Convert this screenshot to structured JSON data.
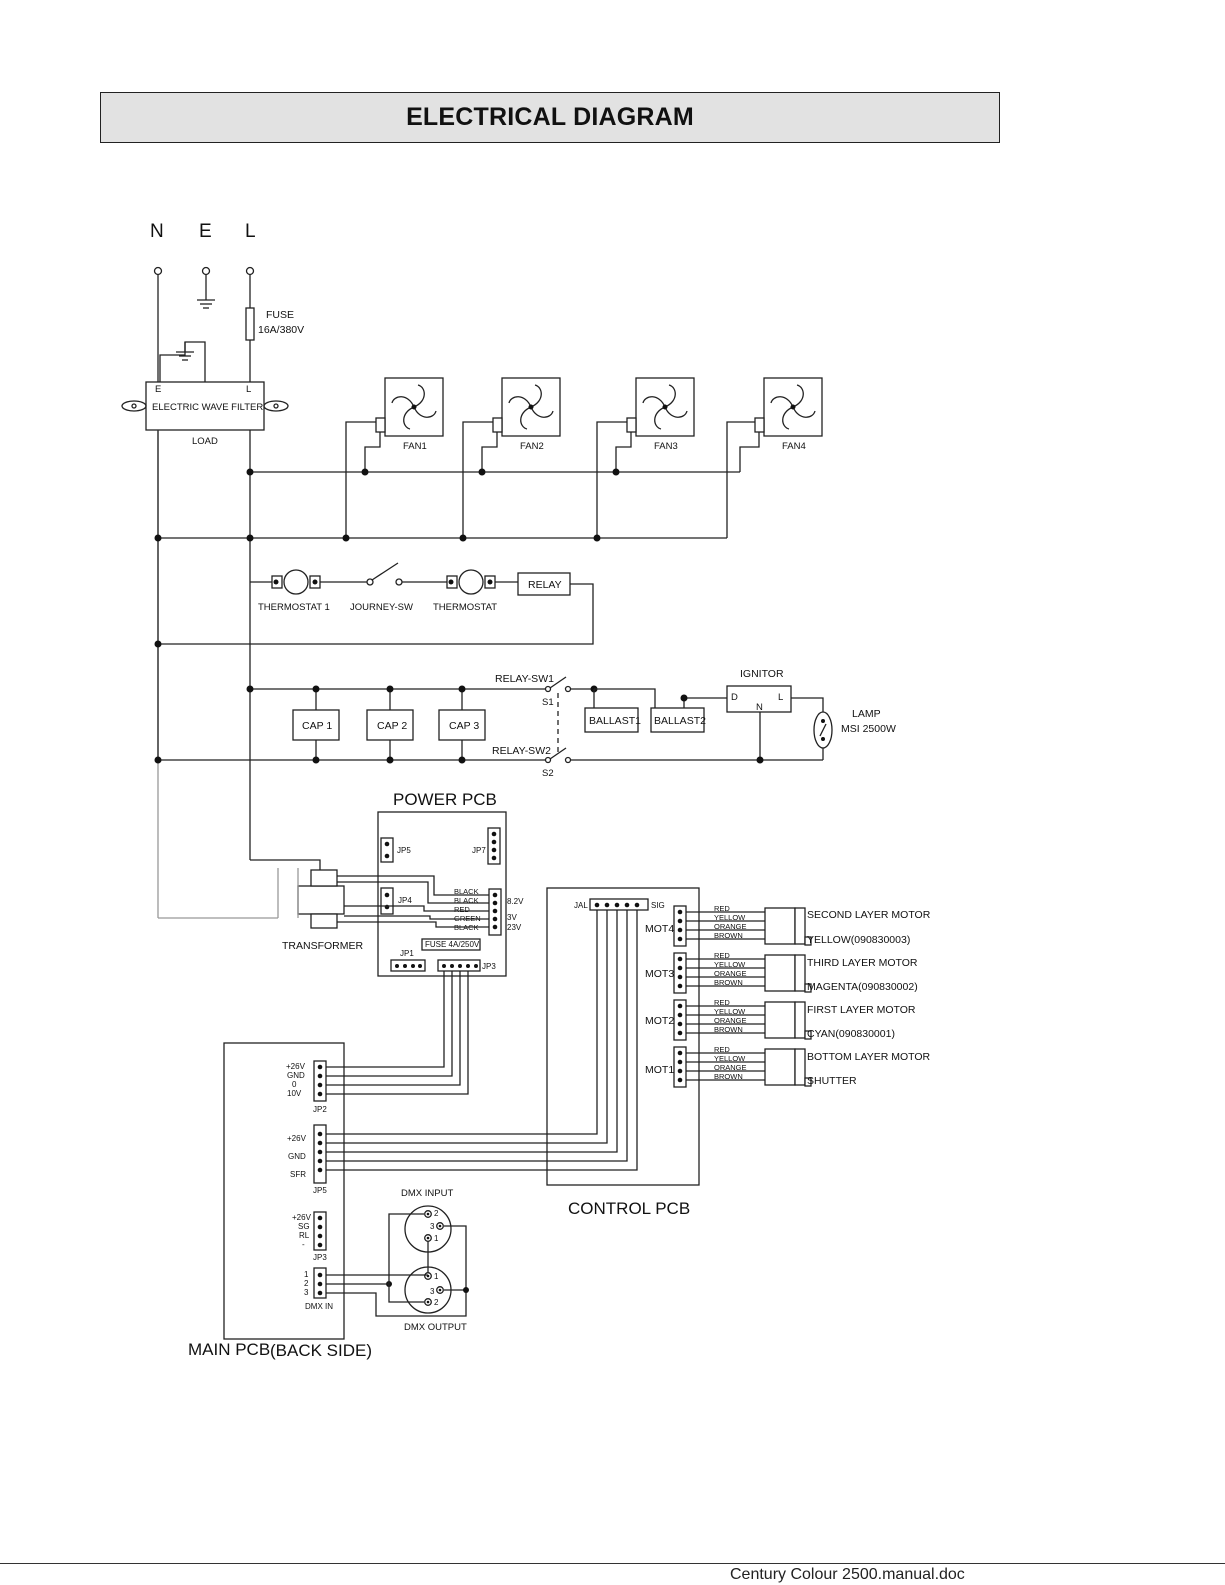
{
  "title": "ELECTRICAL DIAGRAM",
  "footer": "Century Colour 2500.manual.doc",
  "terminals": {
    "n": "N",
    "e": "E",
    "l": "L"
  },
  "fuse": {
    "label": "FUSE",
    "rating": "16A/380V"
  },
  "filter": {
    "e": "E",
    "l": "L",
    "name": "ELECTRIC WAVE FILTER",
    "load": "LOAD"
  },
  "fans": [
    "FAN1",
    "FAN2",
    "FAN3",
    "FAN4"
  ],
  "thermo_row": {
    "thermostat1": "THERMOSTAT 1",
    "journey": "JOURNEY-SW",
    "thermostat": "THERMOSTAT",
    "relay": "RELAY"
  },
  "caps": [
    "CAP 1",
    "CAP 2",
    "CAP 3"
  ],
  "relay_sw": {
    "sw1": "RELAY-SW1",
    "s1": "S1",
    "sw2": "RELAY-SW2",
    "s2": "S2"
  },
  "ballasts": [
    "BALLAST1",
    "BALLAST2"
  ],
  "ignitor": {
    "label": "IGNITOR",
    "d": "D",
    "l": "L",
    "n": "N"
  },
  "lamp": {
    "label": "LAMP",
    "spec": "MSI 2500W"
  },
  "power_pcb": {
    "title": "POWER PCB",
    "jp5": "JP5",
    "jp7": "JP7",
    "jp4": "JP4",
    "jp1": "JP1",
    "jp3": "JP3",
    "wires": [
      "BLACK",
      "BLACK",
      "RED",
      "GREEN",
      "BLACK"
    ],
    "voltages": [
      "8.2V",
      "3V",
      "23V"
    ],
    "fuse": "FUSE 4A/250V"
  },
  "transformer": "TRANSFORMER",
  "control_pcb": {
    "title": "CONTROL PCB",
    "jal": "JAL",
    "sig": "SIG",
    "motors": [
      {
        "port": "MOT4",
        "wires": [
          "RED",
          "YELLOW",
          "ORANGE",
          "BROWN"
        ],
        "name": "SECOND LAYER MOTOR",
        "sub": "YELLOW(090830003)"
      },
      {
        "port": "MOT3",
        "wires": [
          "RED",
          "YELLOW",
          "ORANGE",
          "BROWN"
        ],
        "name": "THIRD LAYER MOTOR",
        "sub": "MAGENTA(090830002)"
      },
      {
        "port": "MOT2",
        "wires": [
          "RED",
          "YELLOW",
          "ORANGE",
          "BROWN"
        ],
        "name": "FIRST LAYER MOTOR",
        "sub": "CYAN(090830001)"
      },
      {
        "port": "MOT1",
        "wires": [
          "RED",
          "YELLOW",
          "ORANGE",
          "BROWN"
        ],
        "name": "BOTTOM LAYER MOTOR",
        "sub": "SHUTTER"
      }
    ]
  },
  "main_pcb": {
    "title": "MAIN PCB",
    "subtitle": "(BACK SIDE)",
    "jp2": {
      "label": "JP2",
      "pins": [
        "+26V",
        "GND",
        "0",
        "10V"
      ]
    },
    "jp5": {
      "label": "JP5",
      "pins": [
        "+26V",
        "GND",
        "SFR"
      ]
    },
    "jp3": {
      "label": "JP3",
      "pins": [
        "+26V",
        "SG",
        "RL",
        "-"
      ]
    },
    "dmx": {
      "label": "DMX IN",
      "pins": [
        "1",
        "2",
        "3"
      ]
    }
  },
  "dmx_input": {
    "label": "DMX INPUT",
    "pins": [
      "2",
      "3",
      "1"
    ]
  },
  "dmx_output": {
    "label": "DMX OUTPUT",
    "pins": [
      "1",
      "3",
      "2"
    ]
  }
}
